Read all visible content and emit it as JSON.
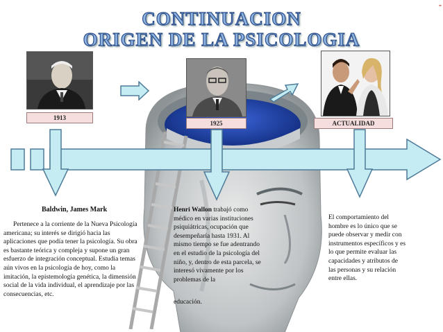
{
  "slide": {
    "title_line1": "CONTINUACION",
    "title_line2": "ORIGEN DE LA PSICOLOGIA",
    "corner_mark": "-"
  },
  "timeline": {
    "year_1": "1913",
    "year_2": "1925",
    "year_3": "ACTUALIDAD"
  },
  "col1": {
    "name": "Baldwin, James Mark",
    "body": "Pertenece a la corriente de la Nueva Psicología americana; su interés se dirigió hacia las aplicaciones que podía tener la psicología. Su obra es bastante teórica y compleja y supone un gran esfuerzo de integración conceptual. Estudia temas aún vivos en la psicología de hoy, como la imitación, la epistemología genética, la dimensión social de la vida individual, el aprendizaje por las consecuencias, etc."
  },
  "col2": {
    "name": "Henri Wallon",
    "body": "trabajó como médico en varias instituciones psiquiátricas, ocupación que desempeñaría hasta 1931. Al mismo tiempo se fue adentrando en el estudio de la psicología del niño, y, dentro de esta parcela, se interesó vivamente por los problemas de la",
    "last": "educación."
  },
  "col3": {
    "body": "El comportamiento del hombre es lo único que se puede observar y medir con instrumentos específicos y es lo que permite evaluar las capacidades y atributos de las personas y su relación entre ellas."
  },
  "icons": [
    "portrait-baldwin",
    "portrait-wallon",
    "photo-couple-arguing",
    "head-illustration",
    "ladder"
  ],
  "colors": {
    "title_fill": "#8fb3e0",
    "title_stroke": "#2c4f8a",
    "arrow_fill": "#c5ecf2",
    "arrow_stroke": "#4d7b98",
    "label_fill": "#f6dede",
    "head_blue": "#1f3fa0"
  }
}
